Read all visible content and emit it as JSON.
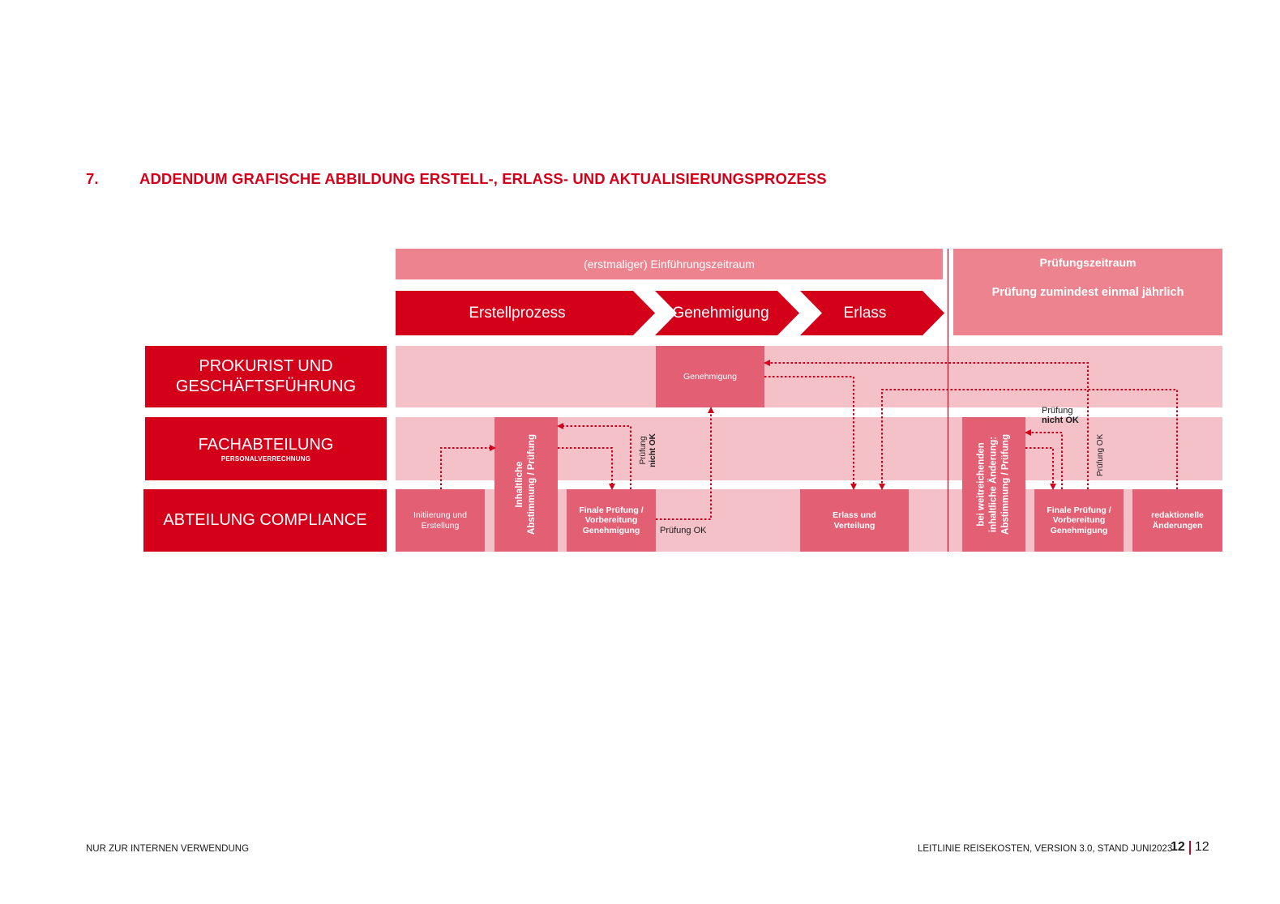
{
  "heading": {
    "number": "7.",
    "title": "ADDENDUM GRAFISCHE ABBILDUNG ERSTELL-, ERLASS- UND AKTUALISIERUNGSPROZESS"
  },
  "phases": {
    "intro": "(erstmaliger) Einführungszeitraum",
    "review_title": "Prüfungszeitraum",
    "review_sub": "Prüfung zumindest einmal jährlich"
  },
  "steps": [
    "Erstellprozess",
    "Genehmigung",
    "Erlass"
  ],
  "lanes": {
    "prokurist": [
      "PROKURIST UND",
      "GESCHÄFTSFÜHRUNG"
    ],
    "fach": "FACHABTEILUNG",
    "fach_sub": "PERSONALVERRECHNUNG",
    "compliance": "ABTEILUNG COMPLIANCE"
  },
  "boxes": {
    "genehmigung": "Genehmigung",
    "initiierung": [
      "Initiierung und",
      "Erstellung"
    ],
    "abstimmung": [
      "Inhaltliche",
      "Abstimmung / Prüfung"
    ],
    "finale1": [
      "Finale Prüfung /",
      "Vorbereitung",
      "Genehmigung"
    ],
    "erlass": [
      "Erlass und",
      "Verteilung"
    ],
    "weitreichend": [
      "bei weitreichenden",
      "inhaltliche Änderung:",
      "Abstimmung / Prüfung"
    ],
    "finale2": [
      "Finale Prüfung /",
      "Vorbereitung",
      "Genehmigung"
    ],
    "redaktionell": [
      "redaktionelle",
      "Änderungen"
    ]
  },
  "annotations": {
    "pruefung_nicht_ok_1": [
      "Prüfung",
      "nicht OK"
    ],
    "pruefung_ok_1": "Prüfung OK",
    "pruefung_nicht_ok_2": [
      "Prüfung",
      "nicht OK"
    ],
    "pruefung_ok_2": "Prüfung OK"
  },
  "footer": {
    "left": "NUR ZUR INTERNEN VERWENDUNG",
    "right": "LEITLINIE REISEKOSTEN, VERSION 3.0, STAND JUNI2023",
    "page": "12",
    "total": "12"
  },
  "colors": {
    "primary_red": "#d4001a",
    "phase_pink": "#ec838f",
    "lane_pink": "#f4c1c8",
    "box_pink": "#e35f73"
  }
}
